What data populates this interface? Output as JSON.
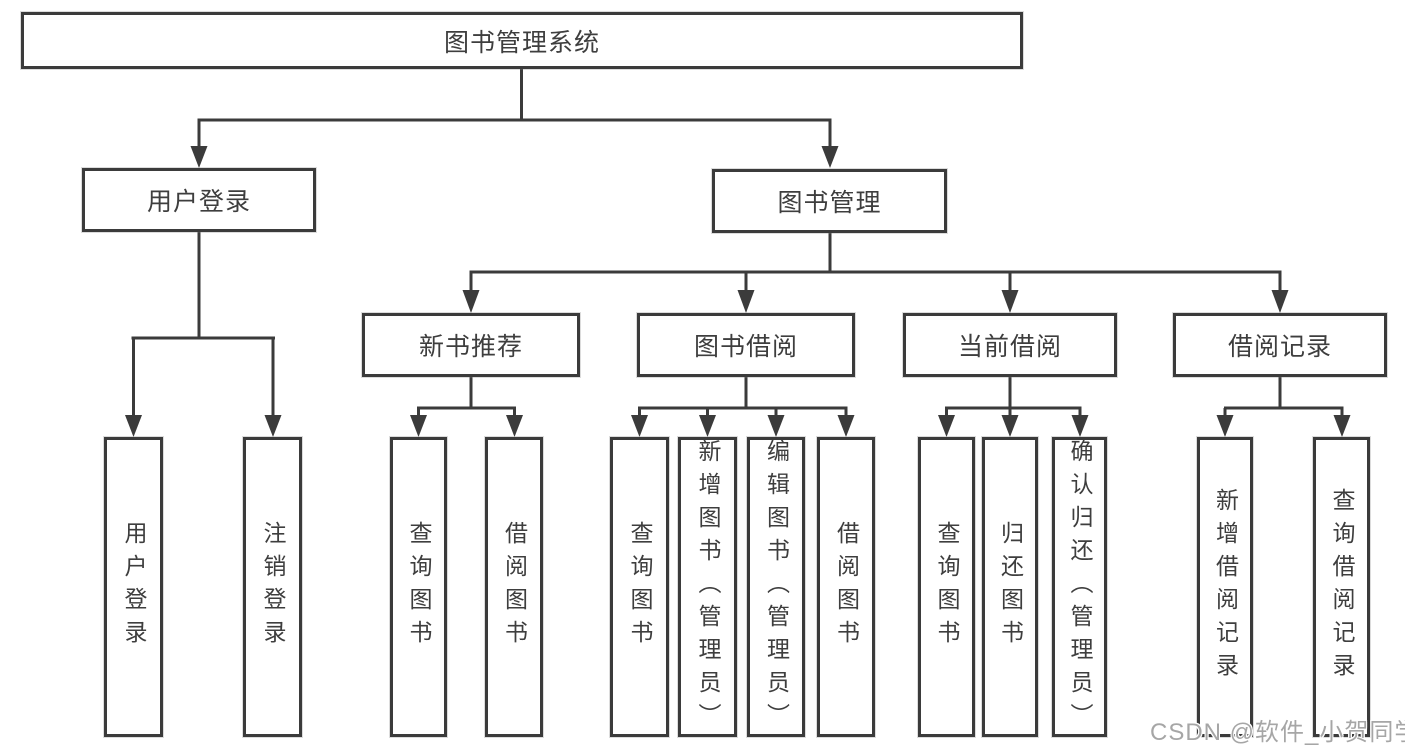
{
  "tree": {
    "root": {
      "label": "图书管理系统"
    },
    "branches": [
      {
        "label": "用户登录",
        "children": [
          {
            "label": "用户登录"
          },
          {
            "label": "注销登录"
          }
        ]
      },
      {
        "label": "图书管理",
        "sections": [
          {
            "label": "新书推荐",
            "children": [
              {
                "label": "查询图书"
              },
              {
                "label": "借阅图书"
              }
            ]
          },
          {
            "label": "图书借阅",
            "children": [
              {
                "label": "查询图书"
              },
              {
                "label": "新增图书（管理员）"
              },
              {
                "label": "编辑图书（管理员）"
              },
              {
                "label": "借阅图书"
              }
            ]
          },
          {
            "label": "当前借阅",
            "children": [
              {
                "label": "查询图书"
              },
              {
                "label": "归还图书"
              },
              {
                "label": "确认归还（管理员）"
              }
            ]
          },
          {
            "label": "借阅记录",
            "children": [
              {
                "label": "新增借阅记录"
              },
              {
                "label": "查询借阅记录"
              }
            ]
          }
        ]
      }
    ]
  },
  "watermark": {
    "text": "CSDN @软件_小贺同学"
  },
  "colors": {
    "line": "#3b3b3b",
    "text": "#3e3e3e",
    "background": "#ffffff",
    "watermark": "#a6a6a6"
  }
}
